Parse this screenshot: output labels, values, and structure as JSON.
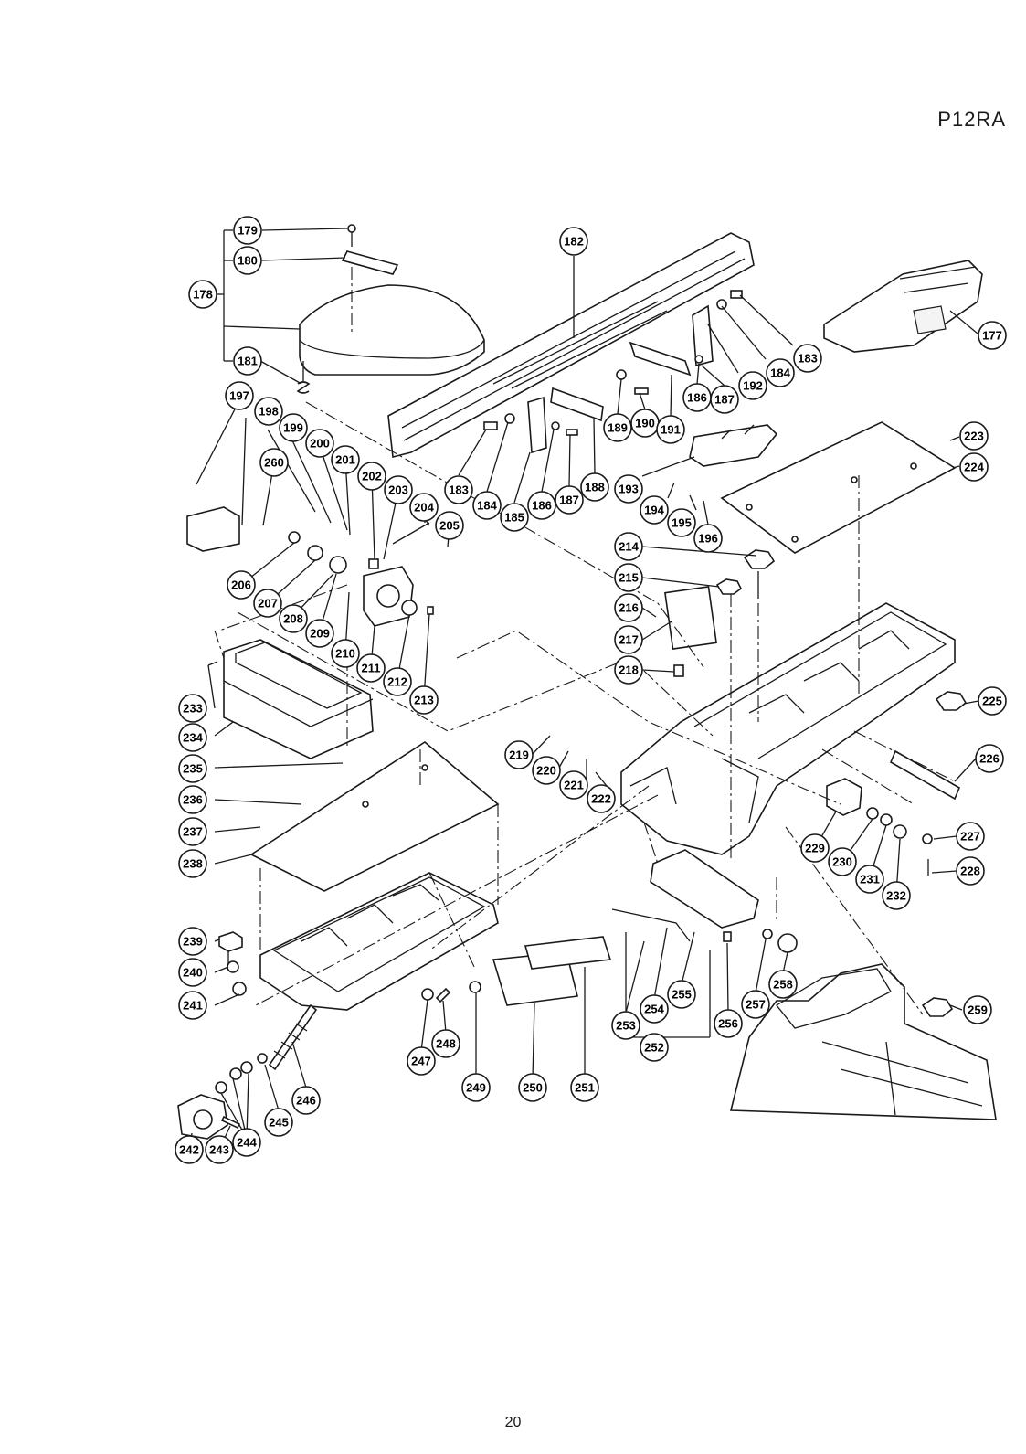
{
  "page": {
    "model": "P12RA",
    "page_number": "20"
  },
  "callouts": [
    {
      "id": "177",
      "label": "177"
    },
    {
      "id": "178",
      "label": "178"
    },
    {
      "id": "179",
      "label": "179"
    },
    {
      "id": "180",
      "label": "180"
    },
    {
      "id": "181",
      "label": "181"
    },
    {
      "id": "182",
      "label": "182"
    },
    {
      "id": "183a",
      "label": "183"
    },
    {
      "id": "183b",
      "label": "183"
    },
    {
      "id": "184a",
      "label": "184"
    },
    {
      "id": "184b",
      "label": "184"
    },
    {
      "id": "185",
      "label": "185"
    },
    {
      "id": "186a",
      "label": "186"
    },
    {
      "id": "186b",
      "label": "186"
    },
    {
      "id": "187a",
      "label": "187"
    },
    {
      "id": "187b",
      "label": "187"
    },
    {
      "id": "188",
      "label": "188"
    },
    {
      "id": "189",
      "label": "189"
    },
    {
      "id": "190",
      "label": "190"
    },
    {
      "id": "191",
      "label": "191"
    },
    {
      "id": "192",
      "label": "192"
    },
    {
      "id": "193",
      "label": "193"
    },
    {
      "id": "194",
      "label": "194"
    },
    {
      "id": "195",
      "label": "195"
    },
    {
      "id": "196",
      "label": "196"
    },
    {
      "id": "197",
      "label": "197"
    },
    {
      "id": "198",
      "label": "198"
    },
    {
      "id": "199",
      "label": "199"
    },
    {
      "id": "200",
      "label": "200"
    },
    {
      "id": "201",
      "label": "201"
    },
    {
      "id": "202",
      "label": "202"
    },
    {
      "id": "203",
      "label": "203"
    },
    {
      "id": "204",
      "label": "204"
    },
    {
      "id": "205",
      "label": "205"
    },
    {
      "id": "206",
      "label": "206"
    },
    {
      "id": "207",
      "label": "207"
    },
    {
      "id": "208",
      "label": "208"
    },
    {
      "id": "209",
      "label": "209"
    },
    {
      "id": "210",
      "label": "210"
    },
    {
      "id": "211",
      "label": "211"
    },
    {
      "id": "212",
      "label": "212"
    },
    {
      "id": "213",
      "label": "213"
    },
    {
      "id": "214",
      "label": "214"
    },
    {
      "id": "215",
      "label": "215"
    },
    {
      "id": "216",
      "label": "216"
    },
    {
      "id": "217",
      "label": "217"
    },
    {
      "id": "218",
      "label": "218"
    },
    {
      "id": "219",
      "label": "219"
    },
    {
      "id": "220",
      "label": "220"
    },
    {
      "id": "221",
      "label": "221"
    },
    {
      "id": "222",
      "label": "222"
    },
    {
      "id": "223",
      "label": "223"
    },
    {
      "id": "224",
      "label": "224"
    },
    {
      "id": "225",
      "label": "225"
    },
    {
      "id": "226",
      "label": "226"
    },
    {
      "id": "227",
      "label": "227"
    },
    {
      "id": "228",
      "label": "228"
    },
    {
      "id": "229",
      "label": "229"
    },
    {
      "id": "230",
      "label": "230"
    },
    {
      "id": "231",
      "label": "231"
    },
    {
      "id": "232",
      "label": "232"
    },
    {
      "id": "233",
      "label": "233"
    },
    {
      "id": "234",
      "label": "234"
    },
    {
      "id": "235",
      "label": "235"
    },
    {
      "id": "236",
      "label": "236"
    },
    {
      "id": "237",
      "label": "237"
    },
    {
      "id": "238",
      "label": "238"
    },
    {
      "id": "239",
      "label": "239"
    },
    {
      "id": "240",
      "label": "240"
    },
    {
      "id": "241",
      "label": "241"
    },
    {
      "id": "242",
      "label": "242"
    },
    {
      "id": "243",
      "label": "243"
    },
    {
      "id": "244",
      "label": "244"
    },
    {
      "id": "245",
      "label": "245"
    },
    {
      "id": "246",
      "label": "246"
    },
    {
      "id": "247",
      "label": "247"
    },
    {
      "id": "248",
      "label": "248"
    },
    {
      "id": "249",
      "label": "249"
    },
    {
      "id": "250",
      "label": "250"
    },
    {
      "id": "251",
      "label": "251"
    },
    {
      "id": "252",
      "label": "252"
    },
    {
      "id": "253",
      "label": "253"
    },
    {
      "id": "254",
      "label": "254"
    },
    {
      "id": "255",
      "label": "255"
    },
    {
      "id": "256",
      "label": "256"
    },
    {
      "id": "257",
      "label": "257"
    },
    {
      "id": "258",
      "label": "258"
    },
    {
      "id": "259",
      "label": "259"
    },
    {
      "id": "260",
      "label": "260"
    }
  ]
}
